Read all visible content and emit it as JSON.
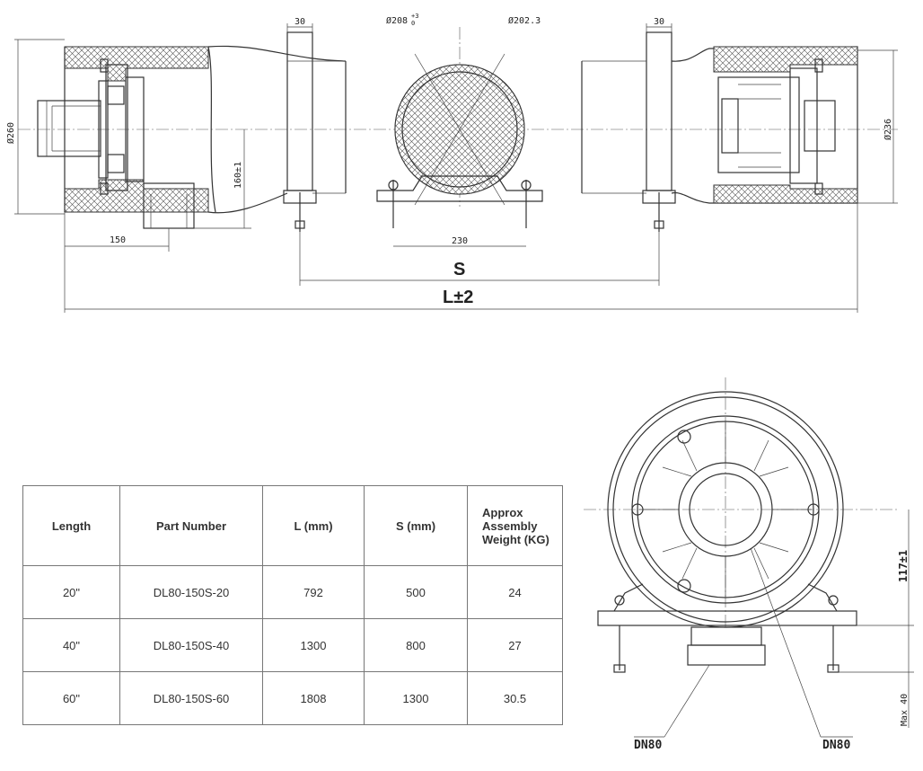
{
  "drawing": {
    "dims": {
      "d260": "Ø260",
      "d236": "Ø236",
      "w30_left": "30",
      "w30_right": "30",
      "d208": "Ø208",
      "d208_tol": "+3",
      "d208_tol_lo": "0",
      "d202": "Ø202.3",
      "h160": "160±1",
      "l150": "150",
      "w230": "230",
      "S": "S",
      "L": "L±2",
      "h117": "117±1",
      "max40": "Max 40",
      "dn80_left": "DN80",
      "dn80_right": "DN80"
    }
  },
  "table": {
    "headers": {
      "length": "Length",
      "part": "Part Number",
      "l": "L (mm)",
      "s": "S (mm)",
      "weight": "Approx Assembly Weight (KG)"
    },
    "rows": [
      {
        "length": "20\"",
        "part": "DL80-150S-20",
        "l": "792",
        "s": "500",
        "weight": "24"
      },
      {
        "length": "40\"",
        "part": "DL80-150S-40",
        "l": "1300",
        "s": "800",
        "weight": "27"
      },
      {
        "length": "60\"",
        "part": "DL80-150S-60",
        "l": "1808",
        "s": "1300",
        "weight": "30.5"
      }
    ]
  }
}
